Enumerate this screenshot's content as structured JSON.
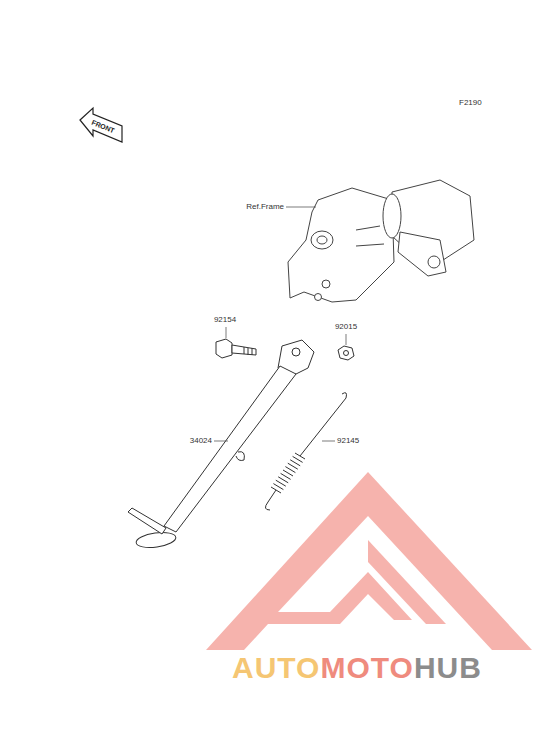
{
  "diagram": {
    "labels": [
      "F2190",
      "FRONT",
      "Ref.Frame",
      "92154",
      "92015",
      "34024",
      "92145",
      "AUTO",
      "MOTO",
      "HUB"
    ]
  }
}
